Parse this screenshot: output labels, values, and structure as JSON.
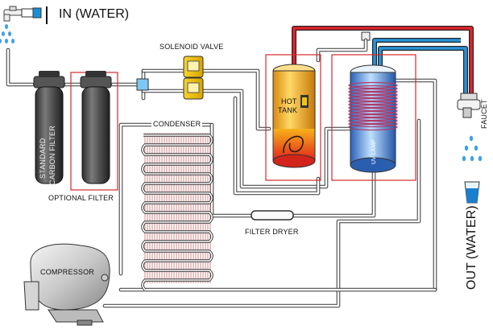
{
  "labels": {
    "in_water": "IN (WATER)",
    "solenoid_valve": "SOLENOID VALVE",
    "standard_carbon_filter_line1": "STANDARD",
    "standard_carbon_filter_line2": "CARBON FILTER",
    "optional_filter": "OPTIONAL FILTER",
    "condenser": "CONDENSER",
    "hot_tank_line1": "HOT",
    "hot_tank_line2": "TANK",
    "uv_lamp": "UV LAMP",
    "faucet": "FAUCET",
    "filter_dryer": "FILTER DRYER",
    "compressor": "COMPRESSOR",
    "out_water": "OUT (WATER)"
  },
  "colors": {
    "hot_line": "#e0242a",
    "cold_line": "#2b93d6",
    "hot_tank_body": "#f2b01e",
    "uv_tank_body": "#6aa7e6",
    "solenoid": "#f2c40f",
    "filter_body": "#4a4a4a",
    "highlight_box": "#d42a2a",
    "condenser_coil": "#b23a3a"
  },
  "icons": [
    "tap-icon",
    "water-drop-icon",
    "glass-icon",
    "faucet-icon",
    "heating-element-icon",
    "thermostat-icon"
  ]
}
